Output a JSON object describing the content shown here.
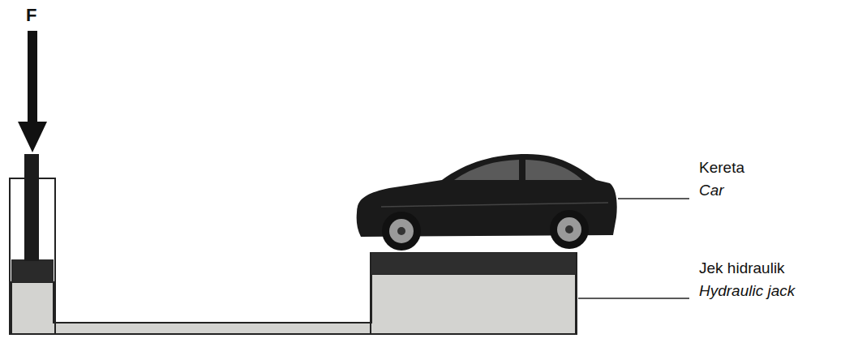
{
  "diagram": {
    "labels": [
      "F",
      "Kereta",
      "Car",
      "Jek hidraulik",
      "Hydraulic jack"
    ]
  }
}
